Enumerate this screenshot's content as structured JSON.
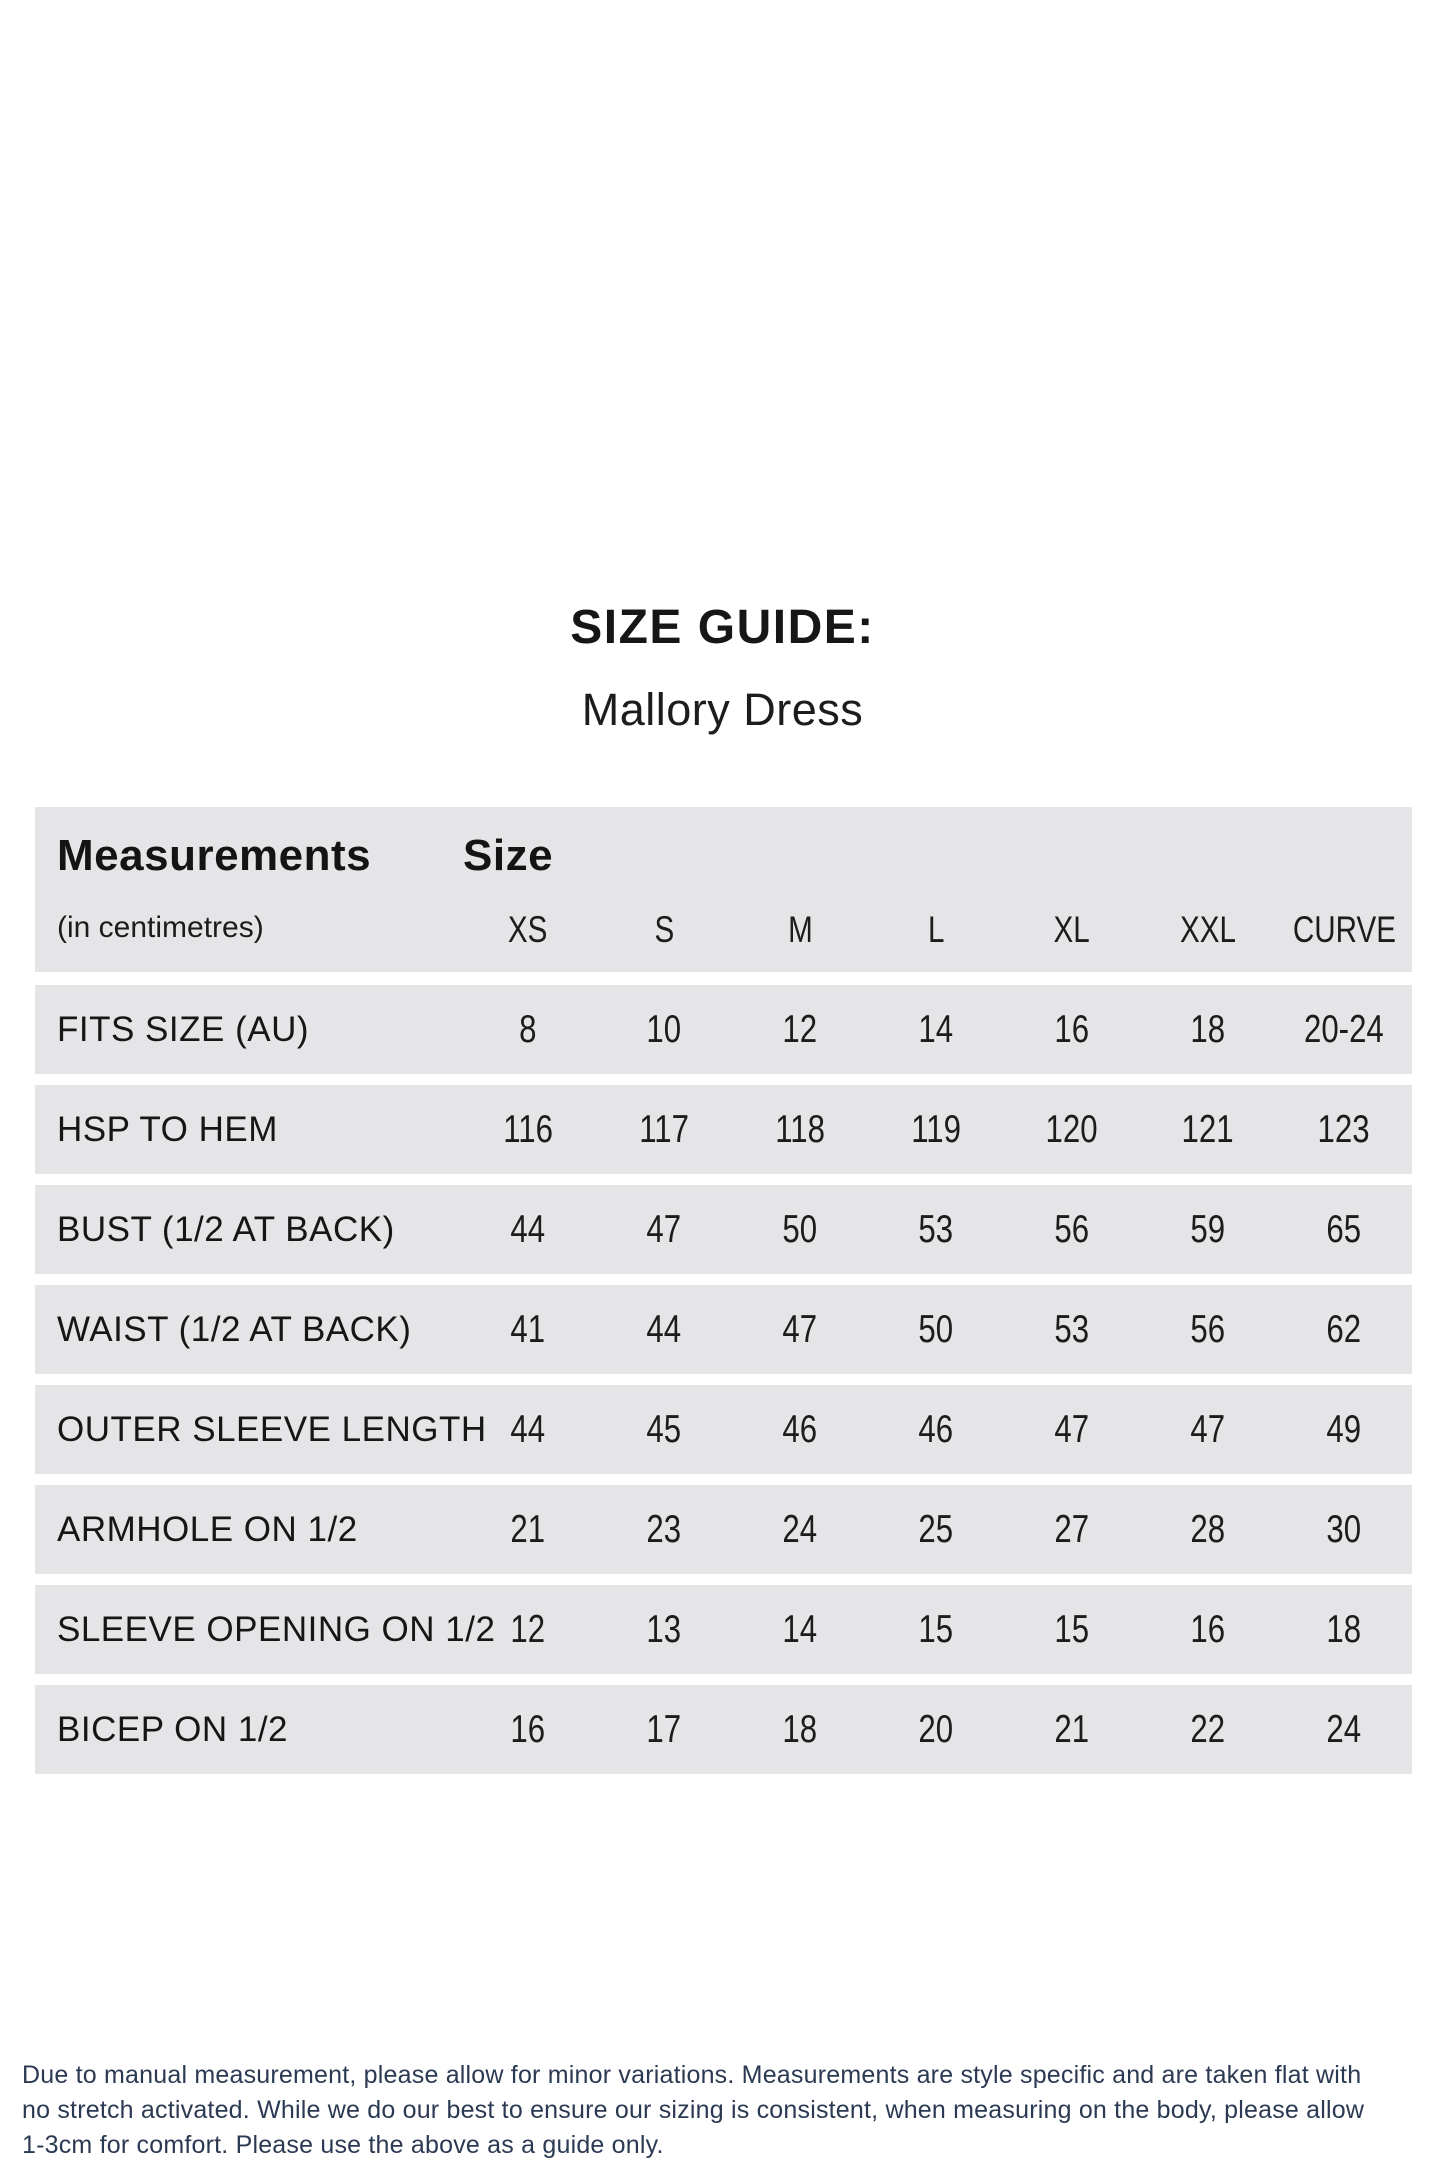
{
  "title": {
    "heading": "SIZE GUIDE:",
    "subheading": "Mallory Dress"
  },
  "table": {
    "header": {
      "col1_title": "Measurements",
      "col1_subtitle": "(in centimetres)",
      "col2_title": "Size",
      "sizes": [
        "XS",
        "S",
        "M",
        "L",
        "XL",
        "XXL",
        "CURVE"
      ]
    },
    "rows": [
      {
        "label": "FITS SIZE (AU)",
        "values": [
          "8",
          "10",
          "12",
          "14",
          "16",
          "18",
          "20-24"
        ]
      },
      {
        "label": "HSP TO HEM",
        "values": [
          "116",
          "117",
          "118",
          "119",
          "120",
          "121",
          "123"
        ]
      },
      {
        "label": "BUST (1/2 AT BACK)",
        "values": [
          "44",
          "47",
          "50",
          "53",
          "56",
          "59",
          "65"
        ]
      },
      {
        "label": "WAIST (1/2 AT BACK)",
        "values": [
          "41",
          "44",
          "47",
          "50",
          "53",
          "56",
          "62"
        ]
      },
      {
        "label": "OUTER SLEEVE LENGTH",
        "values": [
          "44",
          "45",
          "46",
          "46",
          "47",
          "47",
          "49"
        ]
      },
      {
        "label": "ARMHOLE ON 1/2",
        "values": [
          "21",
          "23",
          "24",
          "25",
          "27",
          "28",
          "30"
        ]
      },
      {
        "label": "SLEEVE OPENING ON 1/2",
        "values": [
          "12",
          "13",
          "14",
          "15",
          "15",
          "16",
          "18"
        ]
      },
      {
        "label": "BICEP ON 1/2",
        "values": [
          "16",
          "17",
          "18",
          "20",
          "21",
          "22",
          "24"
        ]
      }
    ]
  },
  "footer": {
    "lines": [
      "Due to manual measurement, please allow for minor variations. Measurements are style specific and are taken flat with",
      "no stretch activated. While we do our best to ensure our sizing is consistent, when measuring on the body, please allow",
      "1-3cm for comfort. Please use the above as a guide only."
    ]
  },
  "colors": {
    "band": "#e5e5e7",
    "table_text": "#1a1a1a",
    "footer_text": "#2b3a52"
  }
}
